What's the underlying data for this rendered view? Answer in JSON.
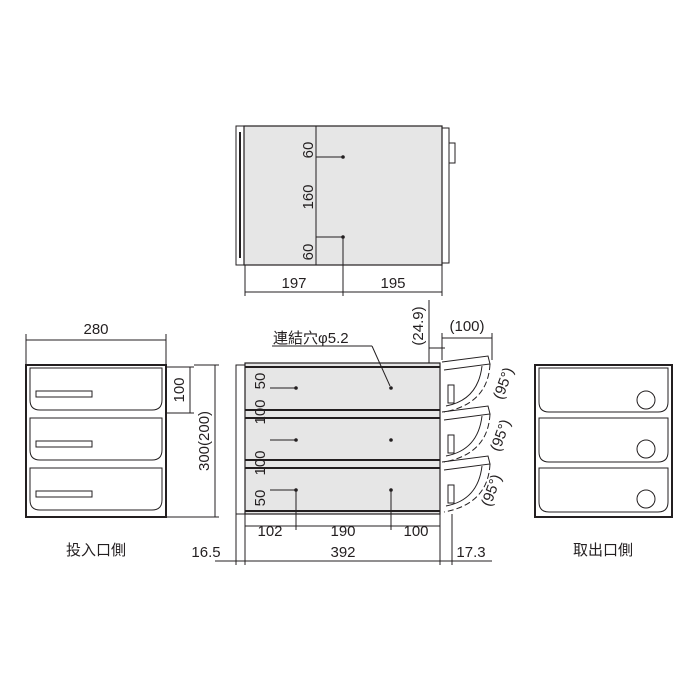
{
  "top_view": {
    "dims_vertical": [
      "60",
      "160",
      "60"
    ],
    "dims_horizontal": [
      "197",
      "195"
    ]
  },
  "side_inlet_view": {
    "width": "280",
    "drawer_height": "100",
    "total_height": "300(200)",
    "caption": "投入口側"
  },
  "front_view": {
    "hole_label": "連結穴φ5.2",
    "offset_top": "(24.9)",
    "door_depth": "(100)",
    "door_angles": [
      "(95°)",
      "(95°)",
      "(95°)"
    ],
    "dims_vertical": [
      "50",
      "100",
      "100",
      "50"
    ],
    "dims_horizontal": [
      "102",
      "190",
      "100"
    ],
    "total_width": "392",
    "left_offset": "16.5",
    "right_offset": "17.3"
  },
  "side_outlet_view": {
    "caption": "取出口側"
  },
  "colors": {
    "body_fill": "#e6e6e6",
    "line": "#231f20"
  }
}
